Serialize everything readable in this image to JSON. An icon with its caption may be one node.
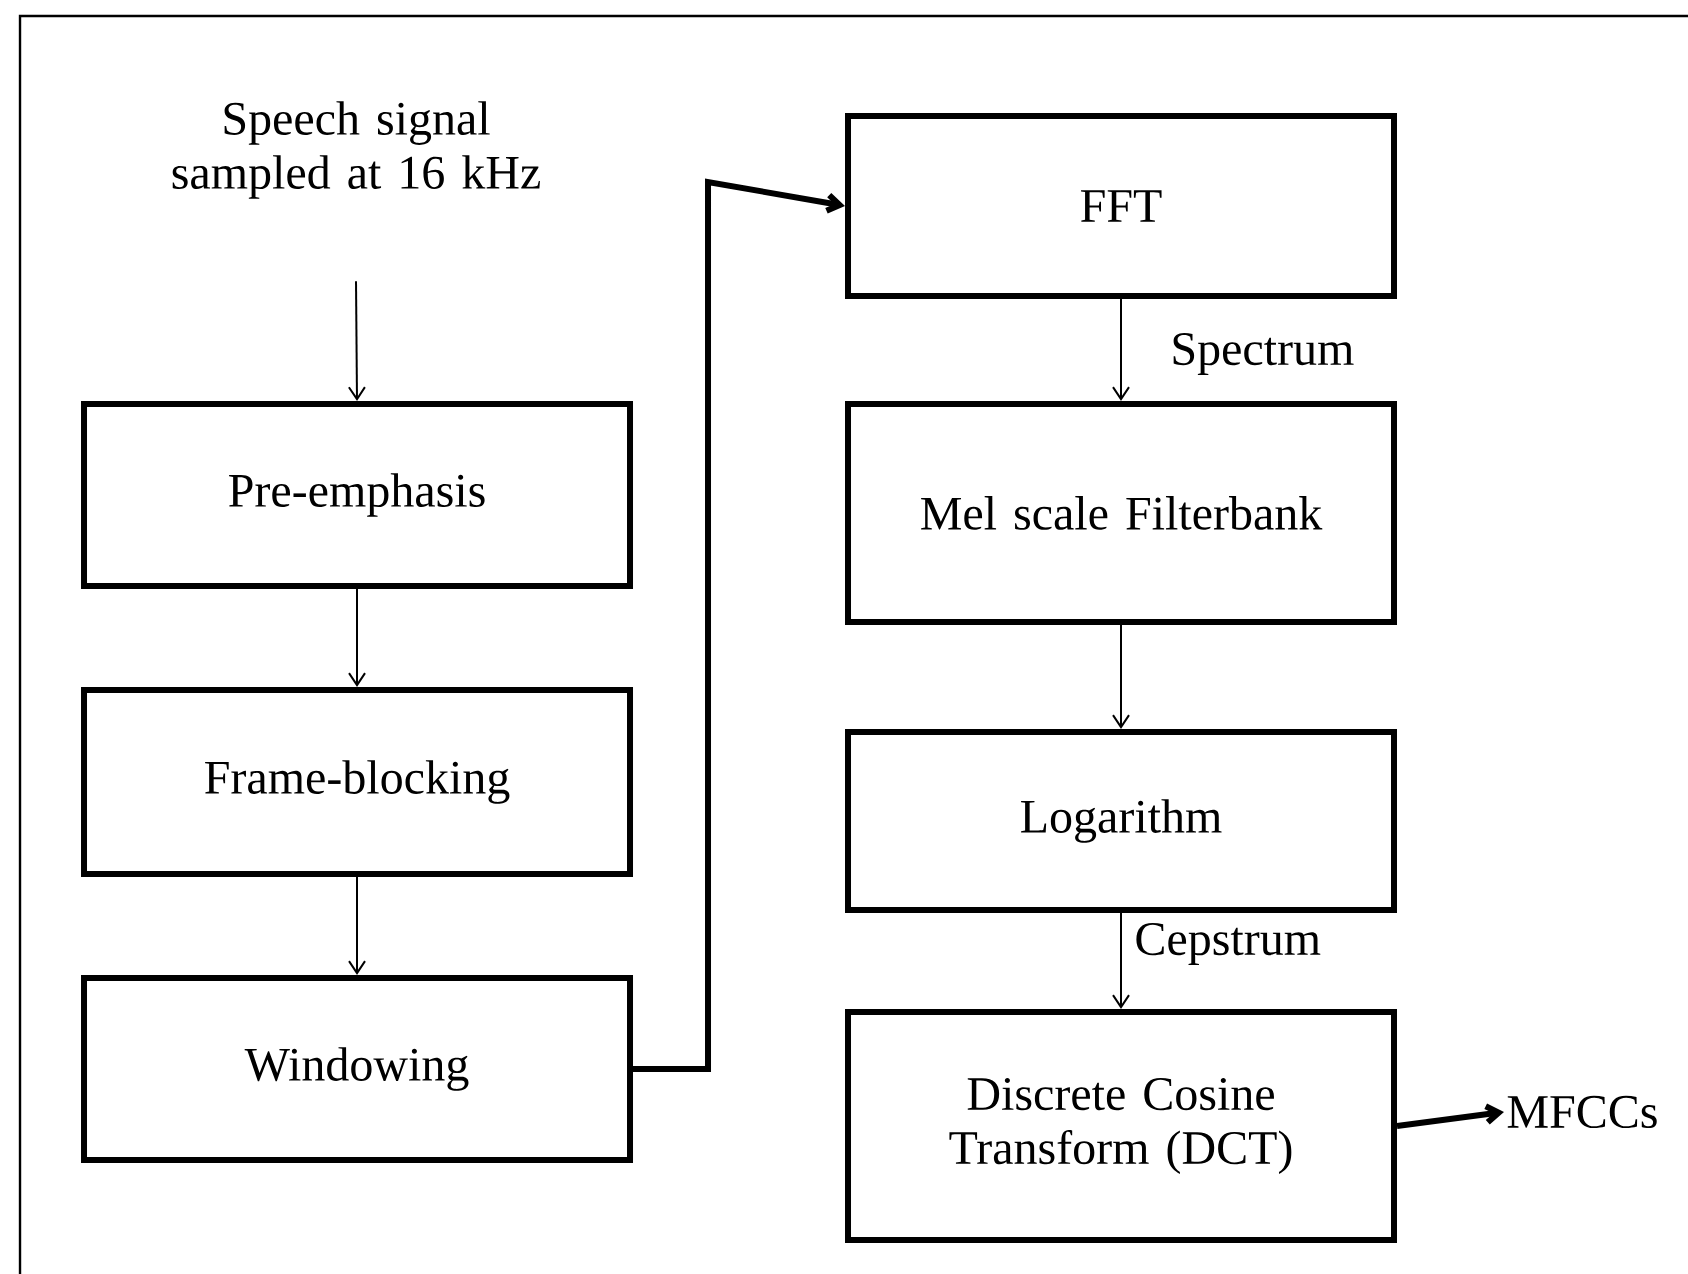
{
  "diagram": {
    "nodes": [
      {
        "text": [
          "Speech signal sampled at 16 kHz"
        ]
      },
      {
        "text": [
          "Pre-emphasis"
        ]
      },
      {
        "text": [
          "Frame-blocking"
        ]
      },
      {
        "text": [
          "Windowing"
        ]
      },
      {
        "text": [
          "FFT"
        ]
      },
      {
        "text": [
          "Mel scale Filterbank"
        ]
      },
      {
        "text": [
          "Logarithm"
        ]
      },
      {
        "text": [
          "Discrete Cosine Transform (DCT)"
        ]
      },
      {
        "text": [
          "MFCCs"
        ]
      }
    ],
    "edges": [
      {
        "from": 0,
        "to": 1,
        "arrow": "to"
      },
      {
        "from": 1,
        "to": 2,
        "arrow": "to"
      },
      {
        "from": 2,
        "to": 3,
        "arrow": "to"
      },
      {
        "from": 3,
        "to": 4,
        "arrow": "to",
        "style": "thick"
      },
      {
        "from": 4,
        "to": 5,
        "arrow": "to",
        "label": "Spectrum"
      },
      {
        "from": 5,
        "to": 6,
        "arrow": "to"
      },
      {
        "from": 6,
        "to": 7,
        "arrow": "to",
        "label": "Cepstrum"
      },
      {
        "from": 7,
        "to": 8,
        "arrow": "to",
        "style": "thick"
      }
    ]
  }
}
